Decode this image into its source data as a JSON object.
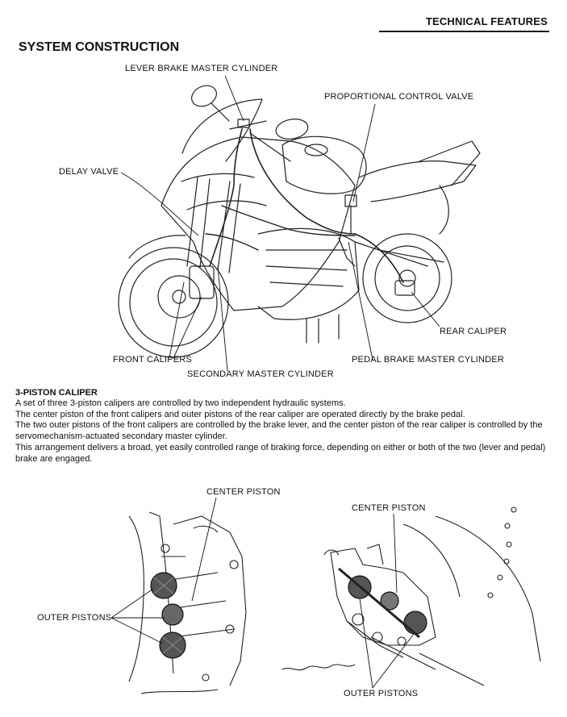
{
  "header": {
    "section": "TECHNICAL FEATURES"
  },
  "system_construction": {
    "title": "SYSTEM CONSTRUCTION",
    "labels": {
      "lever_master": "LEVER BRAKE MASTER CYLINDER",
      "proportional_valve": "PROPORTIONAL CONTROL VALVE",
      "delay_valve": "DELAY VALVE",
      "rear_caliper": "REAR CALIPER",
      "front_calipers": "FRONT CALIPERS",
      "pedal_master": "PEDAL BRAKE MASTER CYLINDER",
      "secondary_master": "SECONDARY MASTER CYLINDER"
    }
  },
  "caliper_section": {
    "heading": "3-PISTON CALIPER",
    "paragraphs": [
      "A set of three 3-piston calipers are controlled by two independent hydraulic systems.",
      "The center piston of the front calipers and outer pistons of the rear caliper are operated directly by the brake pedal.",
      "The two outer pistons of the front calipers are controlled by the brake lever, and the center piston of the rear caliper is controlled by the servomechanism-actuated secondary master cylinder.",
      "This arrangement delivers a broad, yet easily controlled range of braking force, depending on either or both of the two (lever and pedal) brake are engaged."
    ]
  },
  "detail_figures": {
    "front": {
      "center_piston": "CENTER PISTON",
      "outer_pistons": "OUTER PISTONS"
    },
    "rear": {
      "center_piston": "CENTER PISTON",
      "outer_pistons": "OUTER PISTONS"
    }
  }
}
